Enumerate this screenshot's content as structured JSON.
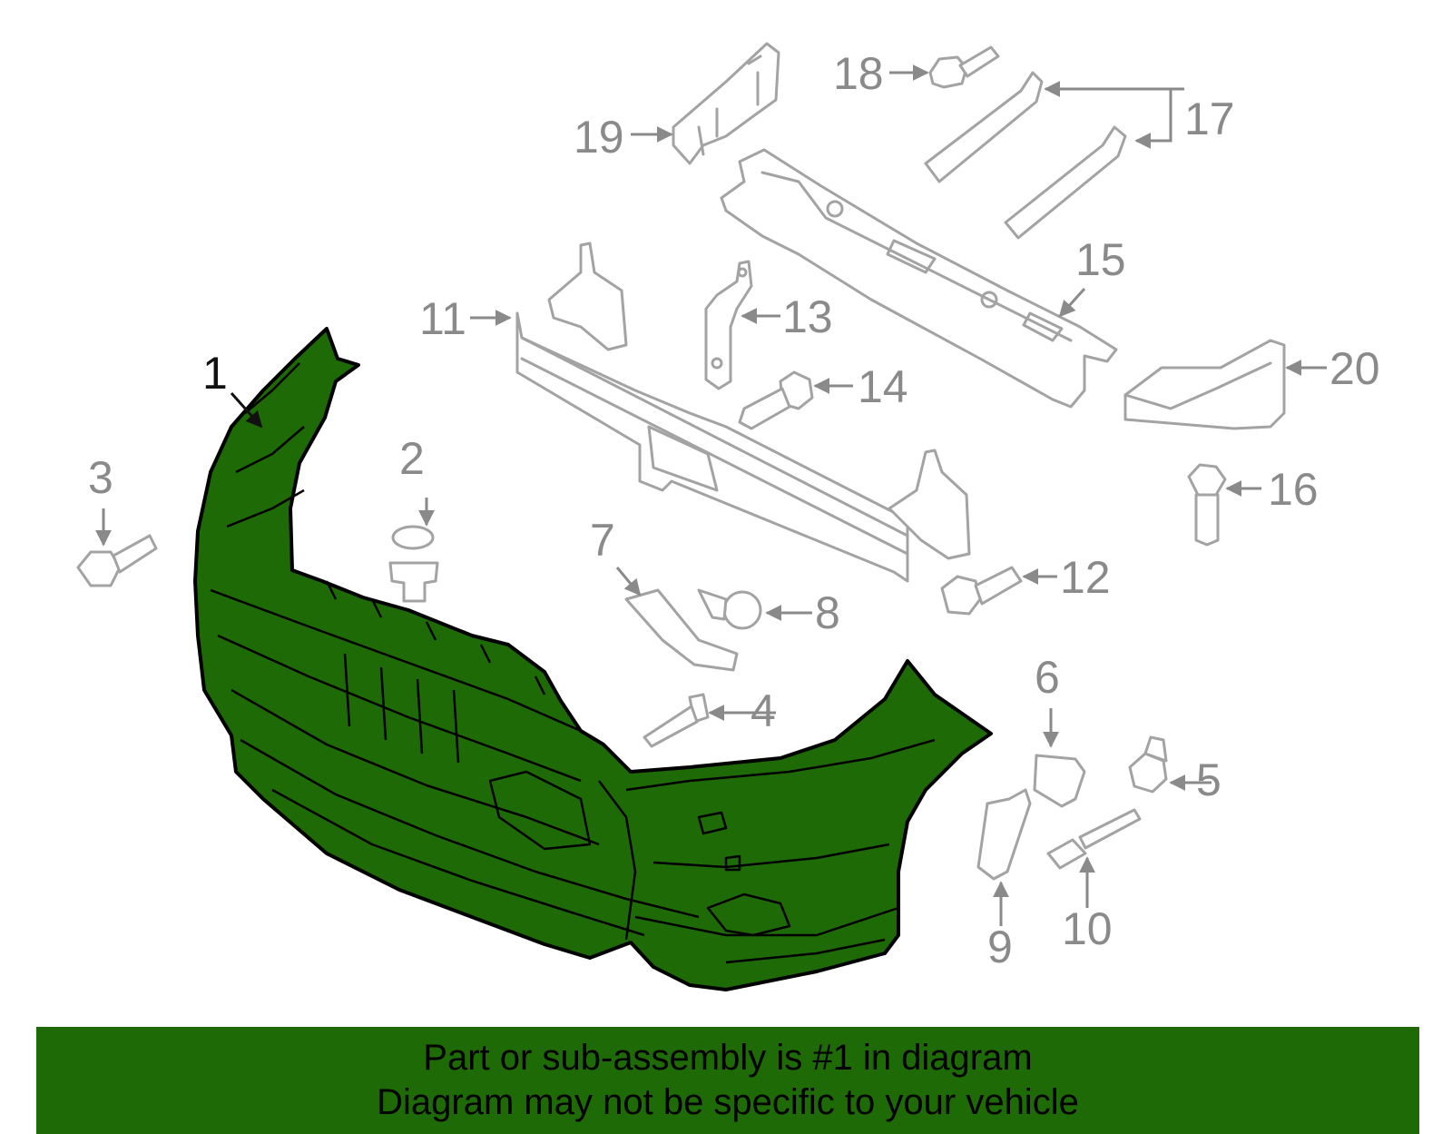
{
  "highlight_color": "#1d6a06",
  "callouts": [
    "1",
    "2",
    "3",
    "4",
    "5",
    "6",
    "7",
    "8",
    "9",
    "10",
    "11",
    "12",
    "13",
    "14",
    "15",
    "16",
    "17",
    "18",
    "19",
    "20"
  ],
  "highlighted_part": "1",
  "banner": {
    "line1": "Part or sub-assembly is #1 in diagram",
    "line2": "Diagram may not be specific to your vehicle"
  }
}
